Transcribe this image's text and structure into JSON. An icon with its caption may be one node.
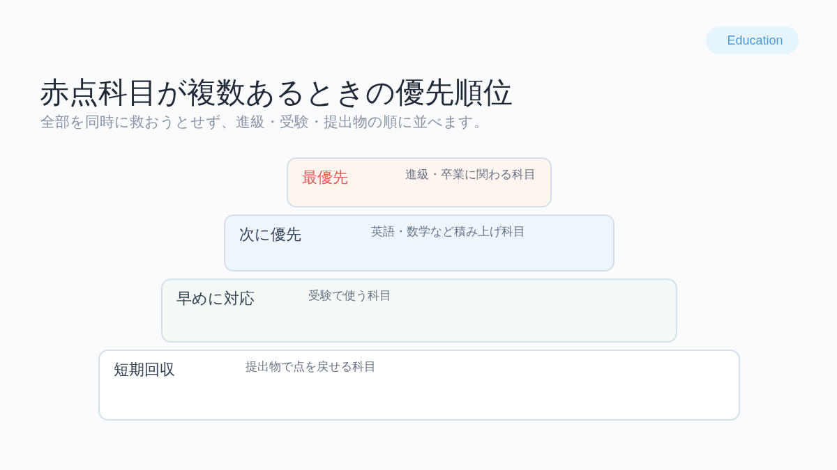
{
  "diagram": {
    "title": "赤点科目が複数あるときの優先順位",
    "nodes": [
      {
        "text": [
          "最優先",
          "進級・卒業に関わる科目"
        ]
      },
      {
        "text": [
          "次に優先",
          "英語・数学など積み上げ科目"
        ]
      },
      {
        "text": [
          "早めに対応",
          "受験で使う科目"
        ]
      },
      {
        "text": [
          "短期回収",
          "提出物で点を戻せる科目"
        ]
      }
    ],
    "labels": [
      "Education",
      "全部を同時に救おうとせず、進級・受験・提出物の順に並べます。"
    ]
  }
}
